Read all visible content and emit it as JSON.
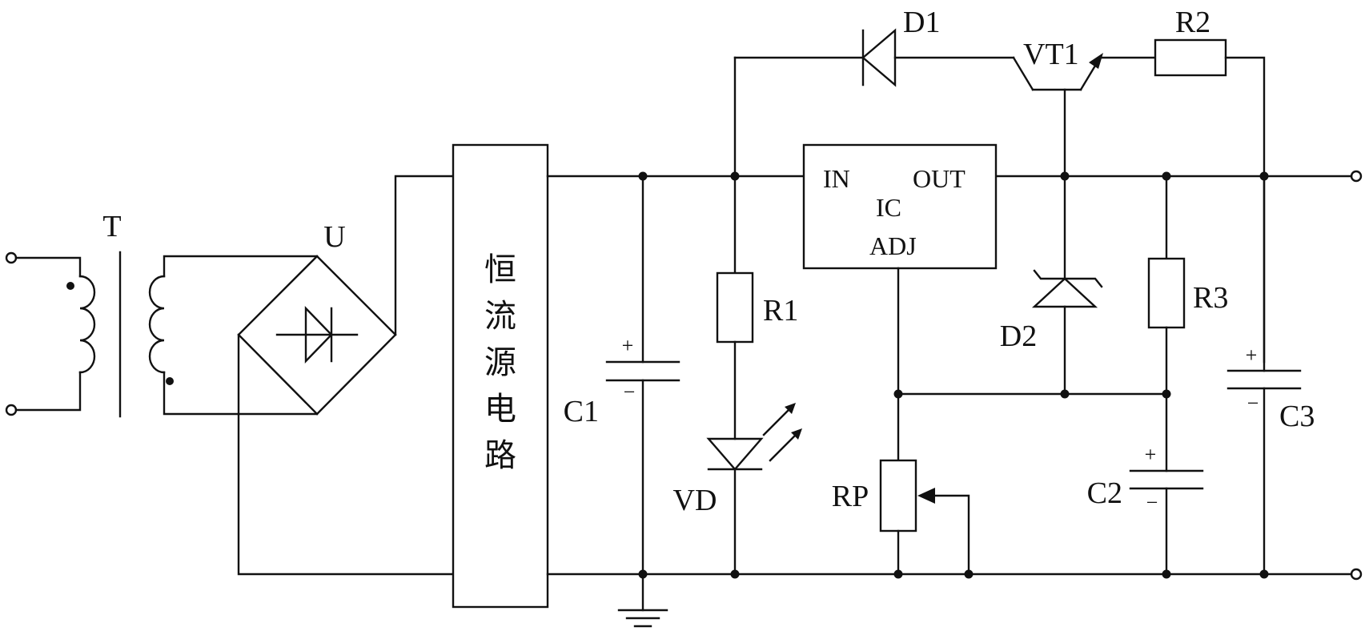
{
  "labels": {
    "transformer": "T",
    "bridge": "U",
    "cc_chars": [
      "恒",
      "流",
      "源",
      "电",
      "路"
    ],
    "c1": "C1",
    "r1": "R1",
    "vd": "VD",
    "d1": "D1",
    "vt1": "VT1",
    "r2": "R2",
    "ic_in": "IN",
    "ic_name": "IC",
    "ic_out": "OUT",
    "ic_adj": "ADJ",
    "d2": "D2",
    "r3": "R3",
    "rp": "RP",
    "c2": "C2",
    "c3": "C3"
  },
  "polarity": {
    "plus": "+",
    "minus": "−"
  }
}
